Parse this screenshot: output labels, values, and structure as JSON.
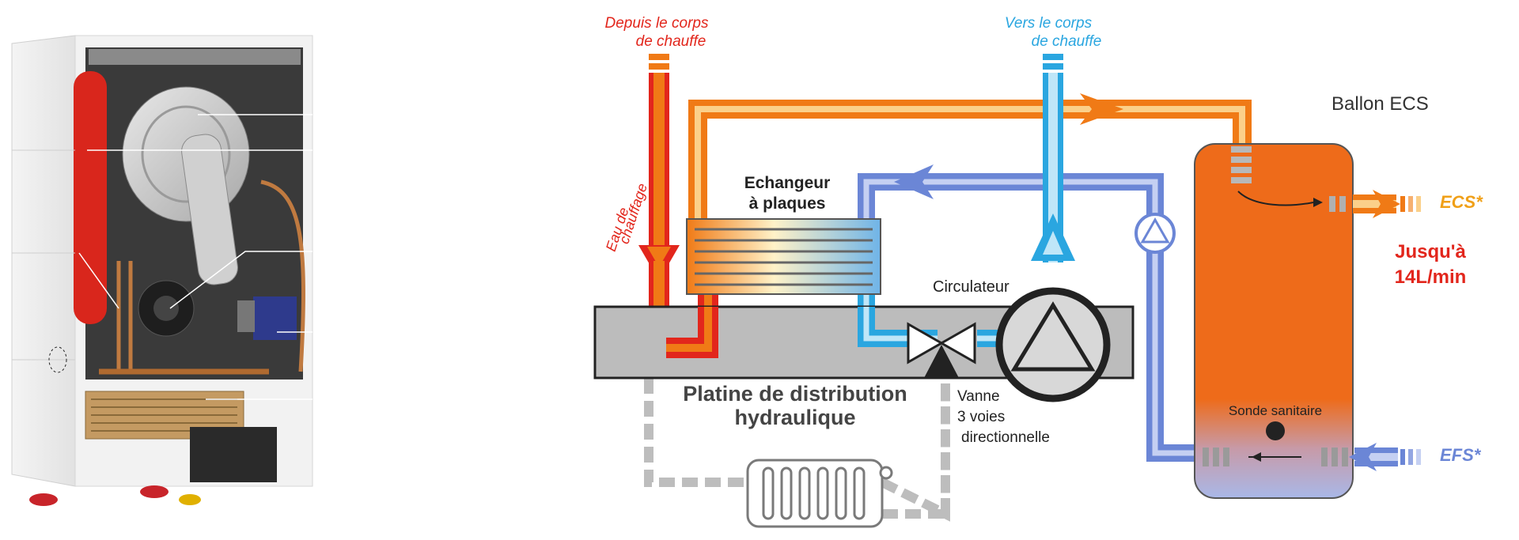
{
  "labels": {
    "depuis_line1": "Depuis le corps",
    "depuis_line2": "de chauffe",
    "vers_line1": "Vers le corps",
    "vers_line2": "de chauffe",
    "eau_line1": "Eau de",
    "eau_line2": "chauffage",
    "echangeur_line1": "Echangeur",
    "echangeur_line2": "à plaques",
    "ballon": "Ballon ECS",
    "circulateur": "Circulateur",
    "ecs": "ECS*",
    "efs": "EFS*",
    "jusqua_line1": "Jusqu'à",
    "jusqua_line2": "14L/min",
    "sonde": "Sonde sanitaire",
    "platine_line1": "Platine de distribution",
    "platine_line2": "hydraulique",
    "vanne_line1": "Vanne",
    "vanne_line2": "3 voies",
    "vanne_line3": "directionnelle"
  },
  "colors": {
    "hot_red": "#e2261c",
    "hot_orange": "#f07a16",
    "cold_blue": "#2aa6e0",
    "return_blue": "#6b86d6",
    "tank_orange": "#ee6b1a",
    "tank_blue": "#a9b8e8",
    "platform_grey": "#bcbcbc",
    "label_red": "#e2261c",
    "label_blue": "#2aa6e0"
  },
  "icons": {
    "pump": "circulator-pump-icon",
    "valve": "three-way-valve-icon",
    "radiator": "radiator-icon",
    "sensor": "sensor-dot-icon"
  }
}
